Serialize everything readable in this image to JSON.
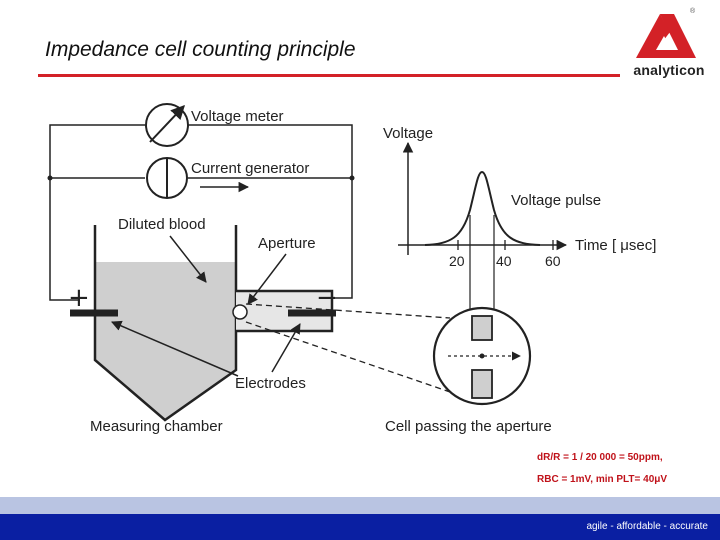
{
  "slide": {
    "title": "Impedance cell counting principle",
    "logo_text": "analyticon",
    "registered_mark": "®",
    "slogan": "agile - affordable - accurate"
  },
  "diagram": {
    "labels": {
      "voltage_meter": "Voltage meter",
      "current_generator": "Current generator",
      "diluted_blood": "Diluted blood",
      "aperture": "Aperture",
      "electrodes": "Electrodes",
      "measuring_chamber": "Measuring chamber",
      "cell_passing": "Cell passing the aperture",
      "plus_sign": "+",
      "minus_sign": "−"
    },
    "pulse_graph": {
      "ylabel": "Voltage",
      "xlabel": "Time [ μsec]",
      "curve_label": "Voltage pulse",
      "x_ticks": [
        "20",
        "40",
        "60"
      ]
    }
  },
  "notes": {
    "line1": "dR/R = 1 / 20 000 = 50ppm,",
    "line2": "RBC = 1mV, min PLT= 40μV"
  },
  "colors": {
    "accent_red": "#d32127",
    "band_light": "#b9c4e2",
    "band_dark": "#0a1fa2",
    "liquid": "#cfcfcf",
    "aperture_tube": "#e6e6e6"
  }
}
